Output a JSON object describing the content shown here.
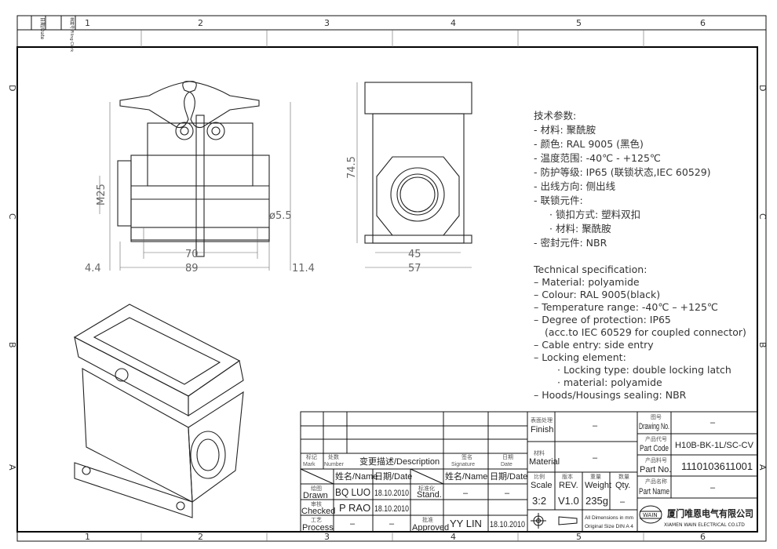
{
  "sheet": {
    "filing_labels": [
      "日期/Date",
      "档案号 Filing Clerk"
    ],
    "columns": [
      "1",
      "2",
      "3",
      "4",
      "5",
      "6"
    ],
    "rows": [
      "D",
      "C",
      "B",
      "A"
    ]
  },
  "dimensions": {
    "front": {
      "thread": "M25",
      "hole": "ø5.5",
      "pitch": "70",
      "width": "89",
      "left_offset": "4.4",
      "right_offset": "11.4"
    },
    "side": {
      "height": "74.5",
      "inner": "45",
      "width": "57"
    }
  },
  "specs_cn": {
    "title": "技术参数:",
    "lines": [
      "- 材料: 聚酰胺",
      "- 颜色: RAL 9005 (黑色)",
      "- 温度范围: -40℃ - +125℃",
      "- 防护等级: IP65 (联锁状态,IEC 60529)",
      "- 出线方向: 侧出线",
      "- 联锁元件:",
      "· 锁扣方式: 塑料双扣",
      "· 材料: 聚酰胺",
      "- 密封元件: NBR"
    ]
  },
  "specs_en": {
    "title": "Technical specification:",
    "lines": [
      "– Material: polyamide",
      "– Colour: RAL 9005(black)",
      "– Temperature range: -40℃ – +125℃",
      "– Degree of protection: IP65",
      "(acc.to IEC 60529 for coupled connector)",
      "– Cable entry: side entry",
      "– Locking element:",
      "· Locking type: double locking latch",
      "· material: polyamide",
      "– Hoods/Housings sealing: NBR"
    ]
  },
  "title_block": {
    "mark": {
      "cn": "标记",
      "en": "Mark"
    },
    "number": {
      "cn": "处数",
      "en": "Number"
    },
    "description": "变更描述/Description",
    "signature": {
      "cn": "签名",
      "en": "Signature"
    },
    "date": {
      "cn": "日期",
      "en": "Date"
    },
    "name_col": "姓名/Name",
    "date_col": "日期/Date",
    "drawn": {
      "cn": "绘图",
      "en": "Drawn",
      "name": "BQ LUO",
      "date": "18.10.2010"
    },
    "checked": {
      "cn": "审核",
      "en": "Checked",
      "name": "P RAO",
      "date": "18.10.2010"
    },
    "process": {
      "cn": "工艺",
      "en": "Process",
      "name": "–",
      "date": "–"
    },
    "stand": {
      "cn": "标准化",
      "en": "Stand.",
      "name": "–",
      "date": "–"
    },
    "approved": {
      "cn": "批准",
      "en": "Approved",
      "name": "YY LIN",
      "date": "18.10.2010"
    },
    "finish": {
      "cn": "表面处理",
      "en": "Finish",
      "value": "–"
    },
    "material": {
      "cn": "材料",
      "en": "Material",
      "value": "–"
    },
    "scale": {
      "cn": "比例",
      "en": "Scale",
      "value": "3:2"
    },
    "rev": {
      "cn": "版本",
      "en": "REV.",
      "value": "V1.0"
    },
    "weight": {
      "cn": "重量",
      "en": "Weight",
      "value": "235g"
    },
    "qty": {
      "cn": "数量",
      "en": "Qty.",
      "value": "–"
    },
    "units_note": [
      "All Dimensions in mm",
      "Original Size DIN A 4"
    ],
    "drawing_no": {
      "cn": "图号",
      "en": "Drawing No.",
      "value": "–"
    },
    "part_code": {
      "cn": "产品代号",
      "en": "Part Code",
      "value": "H10B-BK-1L/SC-CV"
    },
    "part_no": {
      "cn": "产品料号",
      "en": "Part No.",
      "value": "1110103611001"
    },
    "part_name": {
      "cn": "产品名称",
      "en": "Part Name",
      "value": "–"
    },
    "company": {
      "logo": "WAIN",
      "cn": "厦门唯恩电气有限公司",
      "en": "XIAMEN WAIN ELECTRICAL CO.LTD"
    }
  }
}
